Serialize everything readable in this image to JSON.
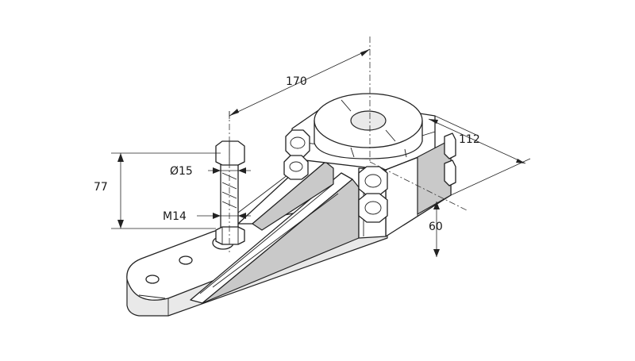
{
  "dimensions": {
    "d170": "170",
    "d112": "112",
    "d77": "77",
    "d60": "60",
    "d15": "Ø15",
    "m14": "M14"
  }
}
